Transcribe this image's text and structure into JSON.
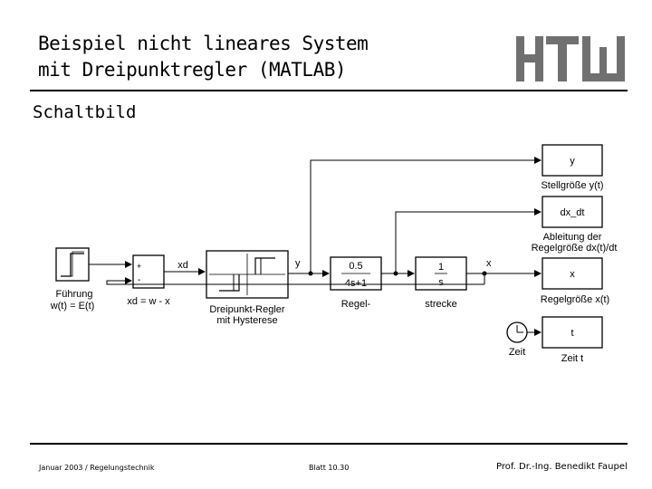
{
  "title": {
    "line1": "Beispiel nicht lineares System",
    "line2": "mit Dreipunktregler (MATLAB)"
  },
  "logo_text": "HTW",
  "section_label": "Schaltbild",
  "diagram": {
    "input_label_1": "Führung",
    "input_label_2": "w(t) = E(t)",
    "sum_plus": "+",
    "sum_minus": "-",
    "sum_label": "xd = w - x",
    "signal_xd": "xd",
    "signal_y": "y",
    "signal_x": "x",
    "controller_label_1": "Dreipunkt-Regler",
    "controller_label_2": "mit Hysterese",
    "regel_num": "0.5",
    "regel_den": "4s+1",
    "regel_label": "Regel-",
    "strecke_num": "1",
    "strecke_den": "s",
    "strecke_label": "strecke",
    "scope_y": "y",
    "scope_y_label": "Stellgröße y(t)",
    "scope_dx": "dx_dt",
    "scope_dx_label_1": "Ableitung der",
    "scope_dx_label_2": "Regelgröße dx(t)/dt",
    "scope_x": "x",
    "scope_x_label": "Regelgröße x(t)",
    "scope_t": "t",
    "scope_t_label": "Zeit t",
    "clock_label": "Zeit"
  },
  "footer": {
    "left": "Januar 2003 / Regelungstechnik",
    "center": "Blatt 10.30",
    "right": "Prof. Dr.-Ing. Benedikt Faupel"
  }
}
